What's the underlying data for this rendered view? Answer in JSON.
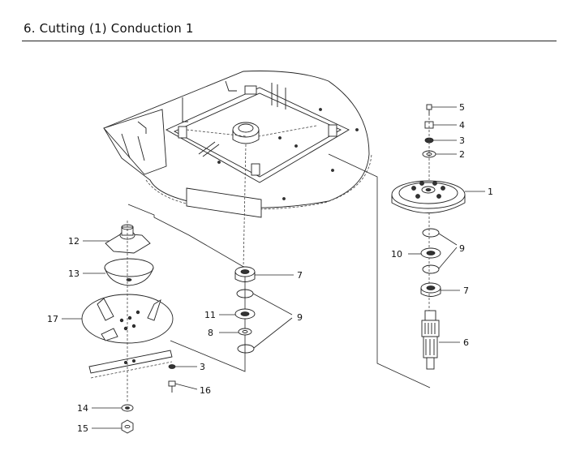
{
  "header": {
    "title": "6. Cutting (1) Conduction 1"
  },
  "callouts": {
    "c1": "1",
    "c2": "2",
    "c3a": "3",
    "c3b": "3",
    "c4": "4",
    "c5": "5",
    "c6": "6",
    "c7a": "7",
    "c7b": "7",
    "c8": "8",
    "c9a": "9",
    "c9b": "9",
    "c10": "10",
    "c11": "11",
    "c12": "12",
    "c13": "13",
    "c14": "14",
    "c15": "15",
    "c16": "16",
    "c17": "17"
  }
}
